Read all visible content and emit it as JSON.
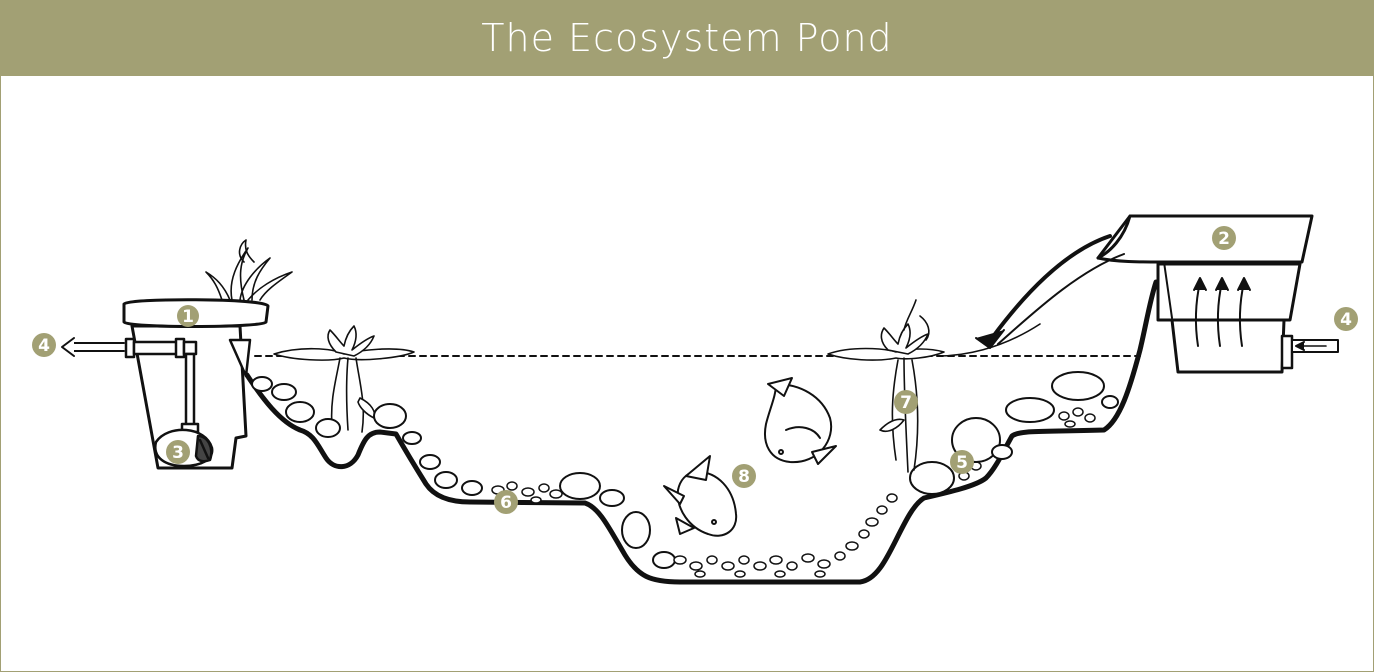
{
  "header": {
    "title": "The Ecosystem Pond"
  },
  "colors": {
    "header_bg": "#a2a074",
    "badge": "#a2a074",
    "line": "#111111"
  },
  "labels": [
    {
      "id": "filter",
      "number": "1",
      "icon": "biofalls-filter"
    },
    {
      "id": "skimmer",
      "number": "2",
      "icon": "skimmer"
    },
    {
      "id": "pump",
      "number": "3",
      "icon": "pump"
    },
    {
      "id": "plumbing-left",
      "number": "4",
      "icon": "pipe-arrow-out"
    },
    {
      "id": "plumbing-right",
      "number": "4",
      "icon": "pipe-arrow-in"
    },
    {
      "id": "rocks",
      "number": "5",
      "icon": "rocks"
    },
    {
      "id": "gravel",
      "number": "6",
      "icon": "gravel"
    },
    {
      "id": "plants",
      "number": "7",
      "icon": "aquatic-plant"
    },
    {
      "id": "fish",
      "number": "8",
      "icon": "koi-fish"
    }
  ]
}
